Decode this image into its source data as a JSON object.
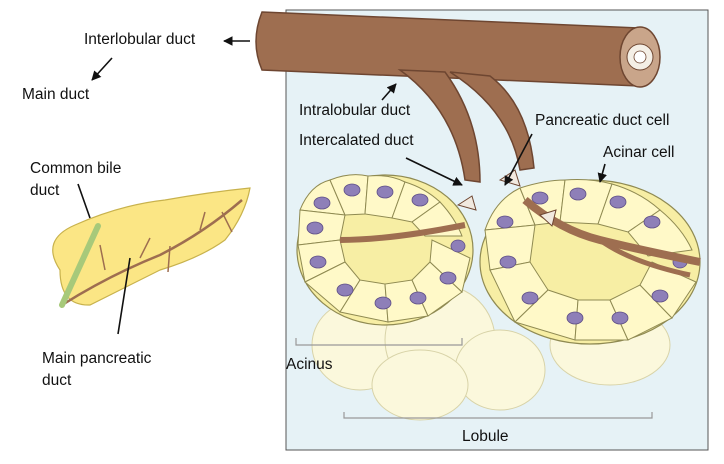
{
  "labels": {
    "interlobular_duct": "Interlobular duct",
    "main_duct": "Main duct",
    "intralobular_duct": "Intralobular duct",
    "intercalated_duct": "Intercalated duct",
    "pancreatic_duct_cell": "Pancreatic duct cell",
    "acinar_cell": "Acinar cell",
    "common_bile_duct": [
      "Common bile",
      "duct"
    ],
    "main_pancreatic_duct": [
      "Main pancreatic",
      "duct"
    ],
    "acinus": "Acinus",
    "lobule": "Lobule"
  },
  "colors": {
    "panel_bg": "#e6f2f6",
    "duct_brown": "#9e6e50",
    "duct_dark": "#6e4631",
    "acinus_yellow": "#f7eea4",
    "acinus_cream": "#fbf8dc",
    "cell_outline": "#8f8a52",
    "nucleus": "#8e7fb8",
    "pancreas_yellow": "#fbe685",
    "bile_green": "#a7c97a"
  }
}
